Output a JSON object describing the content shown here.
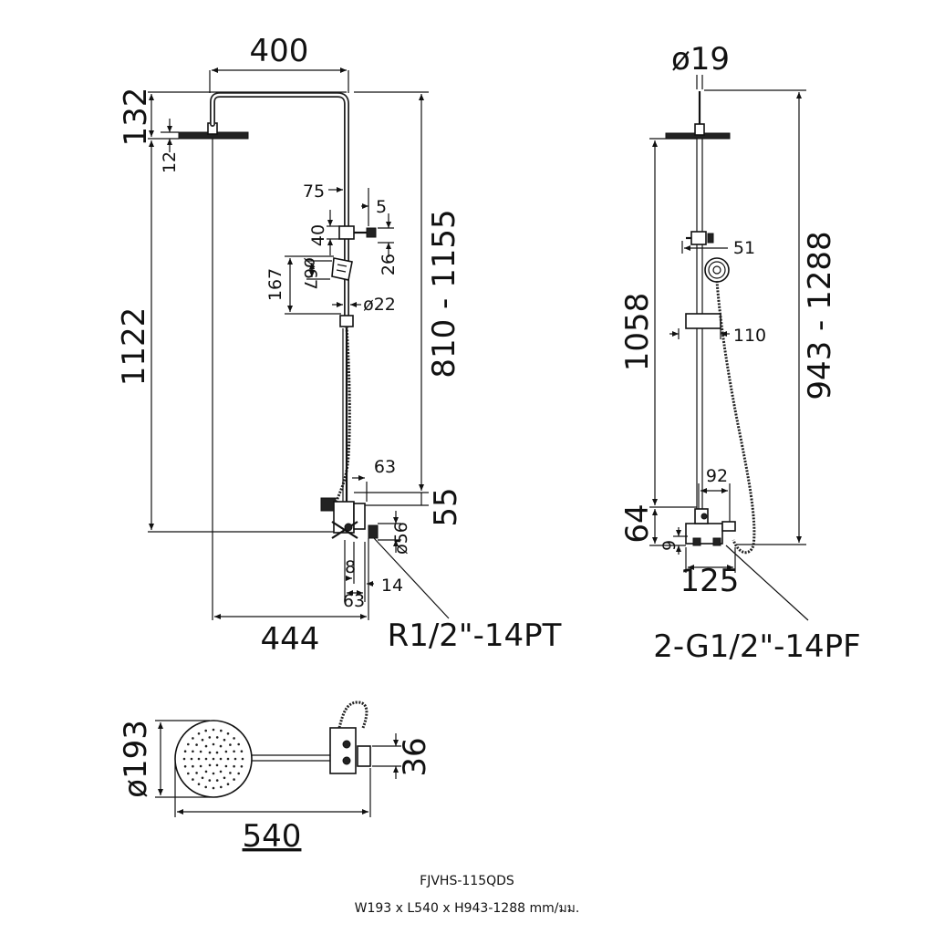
{
  "front_view": {
    "dim_width_top": "400",
    "dim_head_arm_drop": "132",
    "dim_head_thickness": "12",
    "dim_total_height_left": "1122",
    "dim_adjustable_height": "810 - 1155",
    "dim_holder_offset": "75",
    "dim_holder_small": "5",
    "dim_holder_height": "40",
    "dim_holder_gap": "26",
    "dim_handheld_length": "167",
    "dim_handheld_dia": "ø67",
    "dim_rail_dia": "ø22",
    "dim_mixer_offset": "63",
    "dim_mixer_height": "55",
    "dim_mixer_outlet_dia": "ø56",
    "dim_mixer_8": "8",
    "dim_mixer_14": "14",
    "dim_mixer_bottom": "63",
    "dim_horizontal_reach": "444",
    "thread_label": "R1/2\"-14PT"
  },
  "side_view": {
    "dim_top_dia": "ø19",
    "dim_rail_length": "1058",
    "dim_total_height": "943 - 1288",
    "dim_holder_width": "51",
    "dim_slider_width": "110",
    "dim_hose_offset": "92",
    "dim_mixer_height": "64",
    "dim_mixer_small": "9",
    "dim_mixer_width": "125",
    "thread_label": "2-G1/2\"-14PF"
  },
  "top_view": {
    "dim_head_dia": "ø193",
    "dim_length": "540",
    "dim_mixer": "36"
  },
  "caption": {
    "model": "FJVHS-115QDS",
    "size": "W193 x L540 x H943-1288 mm/มม."
  }
}
